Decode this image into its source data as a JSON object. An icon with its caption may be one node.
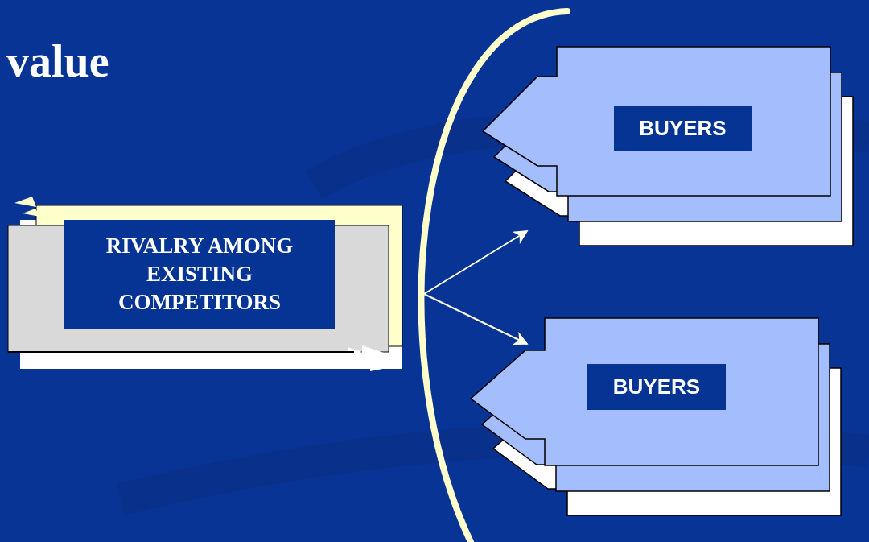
{
  "diagram": {
    "title": "value",
    "nodes": [
      {
        "text": [
          "RIVALRY AMONG EXISTING COMPETITORS"
        ]
      },
      {
        "text": [
          "BUYERS"
        ]
      },
      {
        "text": [
          "BUYERS"
        ]
      }
    ],
    "edges": [
      {
        "from": null,
        "to": 1,
        "arrow": "to"
      },
      {
        "from": null,
        "to": 2,
        "arrow": "to"
      }
    ]
  }
}
